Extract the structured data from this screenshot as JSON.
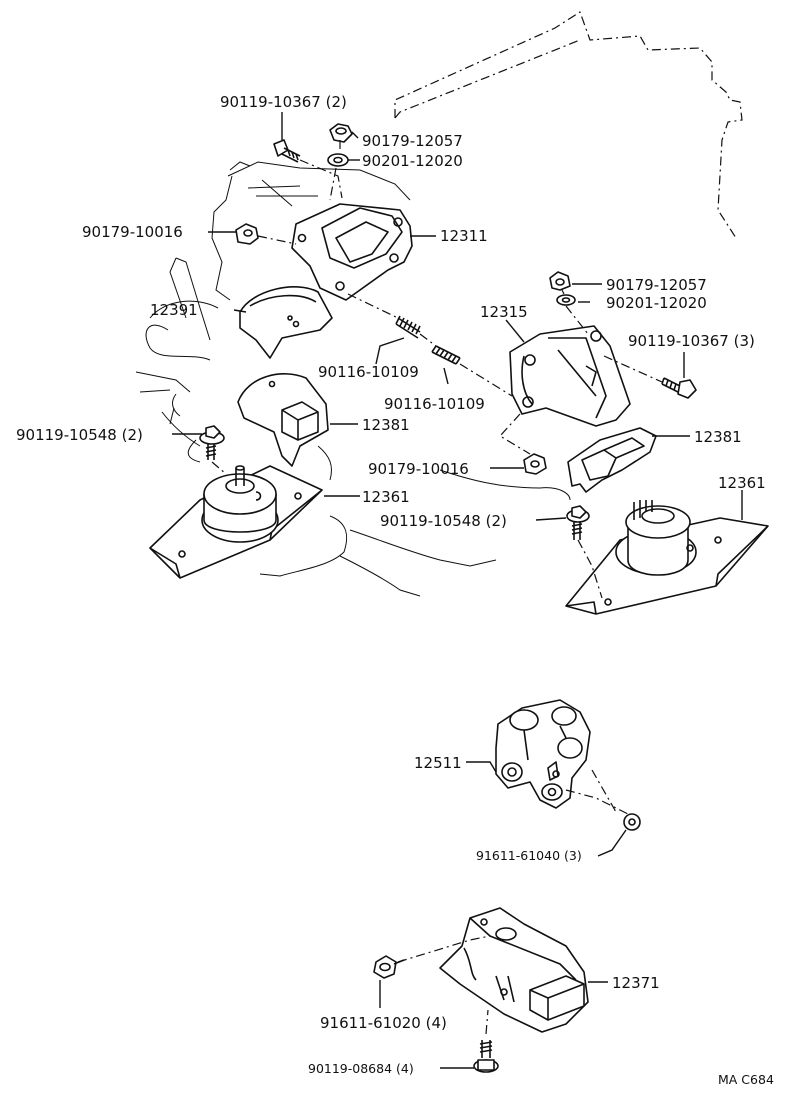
{
  "drawing_id": "MA C684",
  "callouts": [
    {
      "id": "c1",
      "text": "90119-10367 (2)"
    },
    {
      "id": "c2",
      "text": "90179-12057"
    },
    {
      "id": "c3",
      "text": "90201-12020"
    },
    {
      "id": "c4",
      "text": "90179-10016"
    },
    {
      "id": "c5",
      "text": "12311"
    },
    {
      "id": "c6",
      "text": "90179-12057"
    },
    {
      "id": "c7",
      "text": "12315"
    },
    {
      "id": "c8",
      "text": "90201-12020"
    },
    {
      "id": "c9",
      "text": "12391"
    },
    {
      "id": "c10",
      "text": "90119-10367 (3)"
    },
    {
      "id": "c11",
      "text": "90116-10109"
    },
    {
      "id": "c12",
      "text": "90116-10109"
    },
    {
      "id": "c13",
      "text": "90119-10548 (2)"
    },
    {
      "id": "c14",
      "text": "12381"
    },
    {
      "id": "c15",
      "text": "12381"
    },
    {
      "id": "c16",
      "text": "90179-10016"
    },
    {
      "id": "c17",
      "text": "12361"
    },
    {
      "id": "c18",
      "text": "12361"
    },
    {
      "id": "c19",
      "text": "90119-10548 (2)"
    },
    {
      "id": "c20",
      "text": "12511"
    },
    {
      "id": "c21",
      "text": "91611-61040 (3)"
    },
    {
      "id": "c22",
      "text": "12371"
    },
    {
      "id": "c23",
      "text": "91611-61020 (4)"
    },
    {
      "id": "c24",
      "text": "90119-08684 (4)"
    }
  ]
}
